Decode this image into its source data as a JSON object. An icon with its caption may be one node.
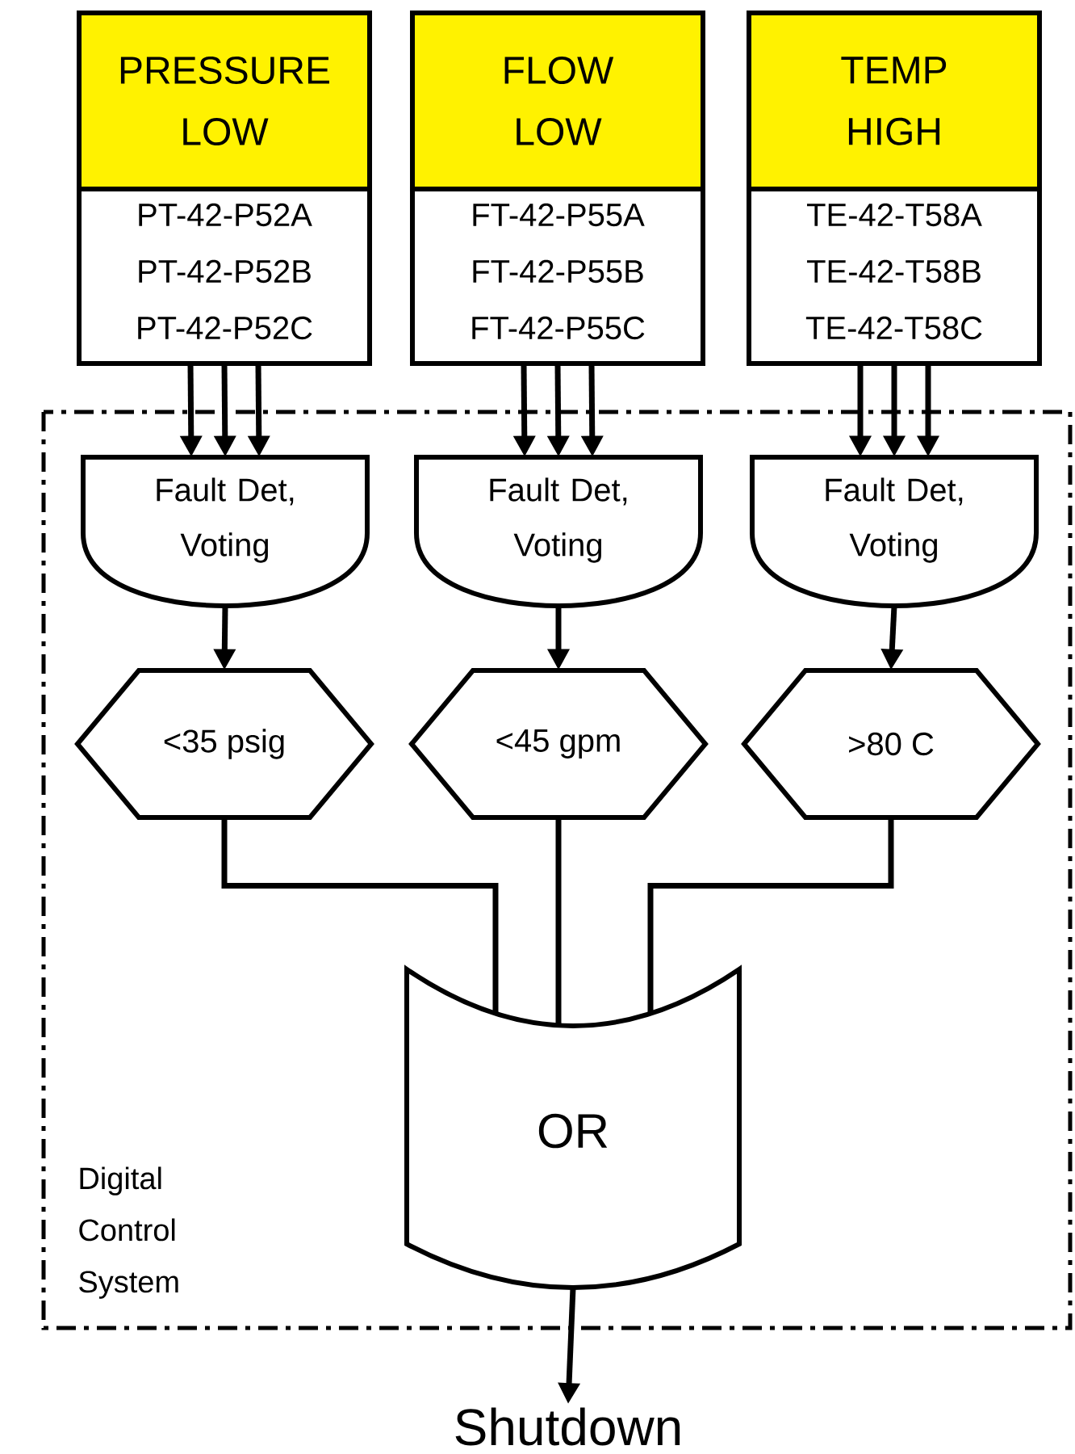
{
  "diagram": {
    "nodes": [
      {
        "text": [
          "PRESSURE LOW",
          "PT-42-P52A",
          "PT-42-P52B",
          "PT-42-P52C"
        ]
      },
      {
        "text": [
          "FLOW LOW",
          "FT-42-P55A",
          "FT-42-P55B",
          "FT-42-P55C"
        ]
      },
      {
        "text": [
          "TEMP HIGH",
          "TE-42-T58A",
          "TE-42-T58B",
          "TE-42-T58C"
        ]
      },
      {
        "text": [
          "Digital Control System"
        ]
      },
      {
        "text": [
          "Fault Det, Voting"
        ],
        "in": 3
      },
      {
        "text": [
          "Fault Det, Voting"
        ],
        "in": 3
      },
      {
        "text": [
          "Fault Det, Voting"
        ],
        "in": 3
      },
      {
        "text": [
          "<35 psig"
        ],
        "in": 3
      },
      {
        "text": [
          "<45 gpm"
        ],
        "in": 3
      },
      {
        "text": [
          ">80 C"
        ],
        "in": 3
      },
      {
        "text": [
          "OR"
        ],
        "in": 3
      },
      {
        "text": [
          "Shutdown"
        ]
      }
    ],
    "edges": [
      {
        "from": 0,
        "to": 4,
        "arrow": "to"
      },
      {
        "from": 0,
        "to": 4,
        "arrow": "to"
      },
      {
        "from": 0,
        "to": 4,
        "arrow": "to"
      },
      {
        "from": 1,
        "to": 5,
        "arrow": "to"
      },
      {
        "from": 1,
        "to": 5,
        "arrow": "to"
      },
      {
        "from": 1,
        "to": 5,
        "arrow": "to"
      },
      {
        "from": 2,
        "to": 6,
        "arrow": "to"
      },
      {
        "from": 2,
        "to": 6,
        "arrow": "to"
      },
      {
        "from": 2,
        "to": 6,
        "arrow": "to"
      },
      {
        "from": 4,
        "to": 7,
        "arrow": "to"
      },
      {
        "from": 5,
        "to": 8,
        "arrow": "to"
      },
      {
        "from": 6,
        "to": 9,
        "arrow": "to"
      },
      {
        "from": 7,
        "to": 10,
        "arrow": "none"
      },
      {
        "from": 8,
        "to": 10,
        "arrow": "none"
      },
      {
        "from": 9,
        "to": 10,
        "arrow": "none"
      },
      {
        "from": 10,
        "to": 11,
        "arrow": "to"
      }
    ]
  }
}
